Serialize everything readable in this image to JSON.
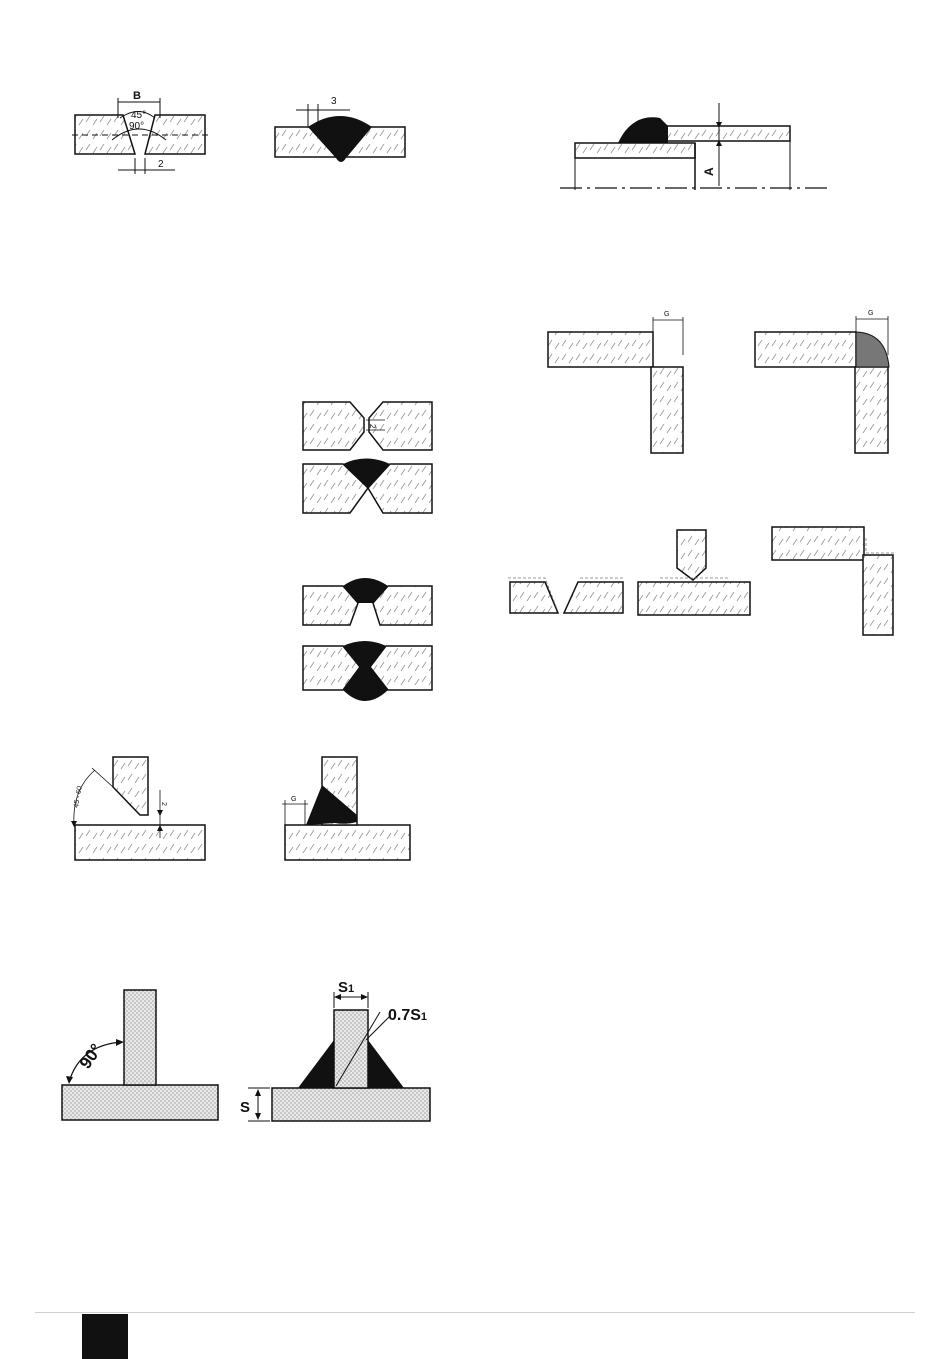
{
  "labels": {
    "fig1": {
      "B": "B",
      "angle45": "45°",
      "angle90": "90°",
      "gap": "2"
    },
    "fig2": {
      "dim": "3"
    },
    "fig3": {
      "A": "A"
    },
    "fig4": {
      "G": "G"
    },
    "fig5": {
      "G": "G"
    },
    "fig6": {
      "gap": "2"
    },
    "fig10": {
      "angle": "45 - 60",
      "gap": "2"
    },
    "fig11": {
      "G": "G"
    },
    "fig12": {
      "angle": "90°"
    },
    "fig13": {
      "S1": "S",
      "S1sub": "1",
      "frac": "0.7S",
      "fracSub": "1",
      "S": "S"
    }
  },
  "colors": {
    "ink": "#111111",
    "hatch": "#cfcfcf",
    "weld": "#111111",
    "weldGrey": "#777777"
  }
}
